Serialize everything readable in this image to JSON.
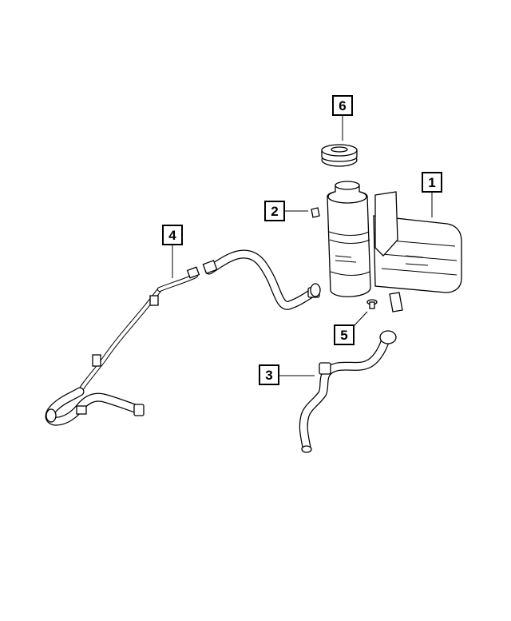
{
  "diagram": {
    "callouts": [
      {
        "id": "c1",
        "label": "1"
      },
      {
        "id": "c2",
        "label": "2"
      },
      {
        "id": "c3",
        "label": "3"
      },
      {
        "id": "c4",
        "label": "4"
      },
      {
        "id": "c5",
        "label": "5"
      },
      {
        "id": "c6",
        "label": "6"
      }
    ],
    "colors": {
      "line": "#000000",
      "background": "#ffffff"
    }
  }
}
